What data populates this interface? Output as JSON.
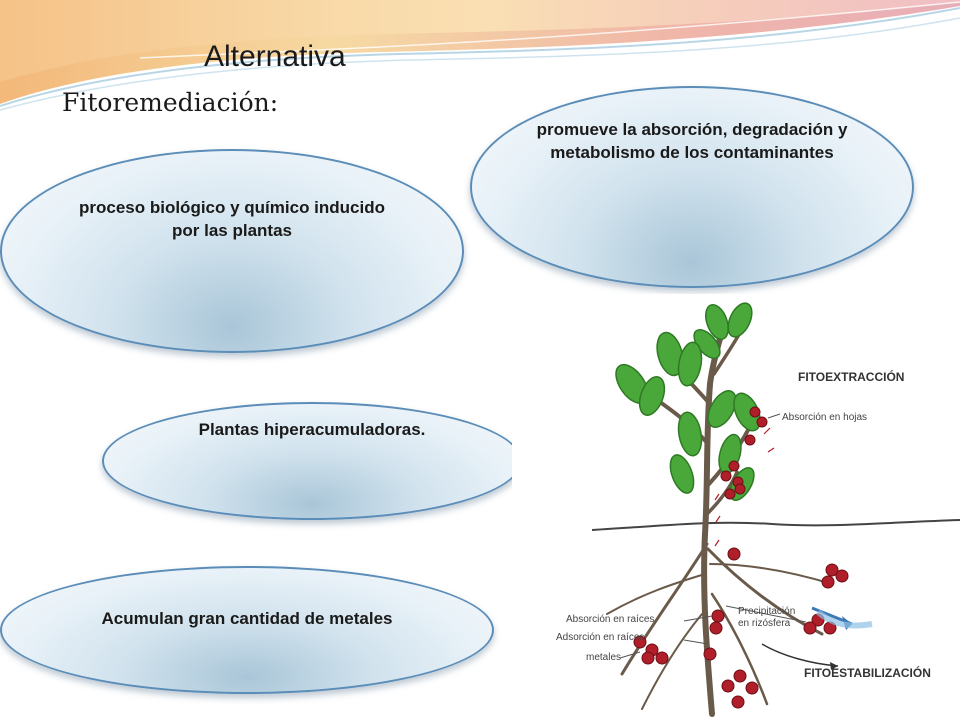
{
  "title": "Alternativa",
  "subtitle": "Fitoremediación:",
  "ovals": {
    "proceso": "proceso biológico y químico inducido por las plantas",
    "promueve": "promueve la absorción, degradación y metabolismo de los contaminantes",
    "plantas": "Plantas hiperacumuladoras.",
    "acumulan": "Acumulan gran cantidad de metales"
  },
  "figure": {
    "fitoextraccion": "FITOEXTRACCIÓN",
    "absorcion_hojas": "Absorción en hojas",
    "absorcion_raices": "Absorción en raíces",
    "adsorcion_raices": "Adsorción en raíces",
    "metales": "metales",
    "precipitacion": "Precipitación",
    "en_rizosfera": "en rizósfera",
    "fitoestabilizacion": "FITOESTABILIZACIÓN"
  },
  "colors": {
    "oval_border": "#5b8db8",
    "leaf_green": "#4aa83a",
    "metal_red": "#b01e2a",
    "stem_brown": "#6a5a4a"
  }
}
